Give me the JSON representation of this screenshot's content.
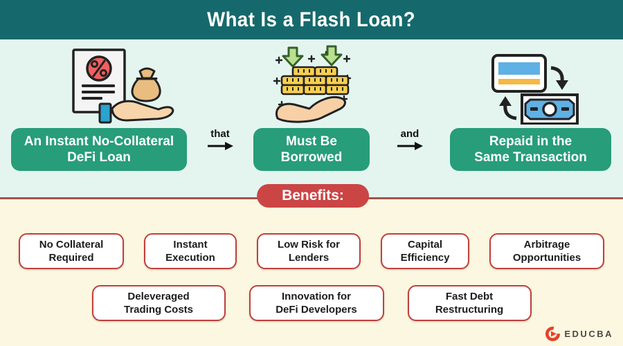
{
  "header": {
    "title": "What Is a Flash Loan?"
  },
  "flow": {
    "steps": [
      {
        "icon": "loan-document-icon",
        "line1": "An Instant No-Collateral",
        "line2": "DeFi Loan"
      },
      {
        "icon": "borrow-coins-icon",
        "line1": "Must Be",
        "line2": "Borrowed"
      },
      {
        "icon": "repay-exchange-icon",
        "line1": "Repaid in the",
        "line2": "Same Transaction"
      }
    ],
    "connectors": [
      {
        "label": "that"
      },
      {
        "label": "and"
      }
    ]
  },
  "benefits": {
    "heading": "Benefits:",
    "row1": [
      {
        "line1": "No Collateral",
        "line2": "Required"
      },
      {
        "line1": "Instant",
        "line2": "Execution"
      },
      {
        "line1": "Low Risk for",
        "line2": "Lenders"
      },
      {
        "line1": "Capital",
        "line2": "Efficiency"
      },
      {
        "line1": "Arbitrage",
        "line2": "Opportunities"
      }
    ],
    "row2": [
      {
        "line1": "Deleveraged",
        "line2": "Trading Costs"
      },
      {
        "line1": "Innovation for",
        "line2": "DeFi Developers"
      },
      {
        "line1": "Fast Debt",
        "line2": "Restructuring"
      }
    ]
  },
  "footer": {
    "brand": "EDUCBA"
  },
  "colors": {
    "header_teal": "#15696c",
    "mint_bg": "#e4f5f0",
    "cream_bg": "#fcf7e0",
    "step_green": "#279d79",
    "pill_red": "#cb4545",
    "benefit_border_red": "#c0403c",
    "divider_maroon": "#a3524d",
    "text_dark": "#1c1c1c"
  }
}
